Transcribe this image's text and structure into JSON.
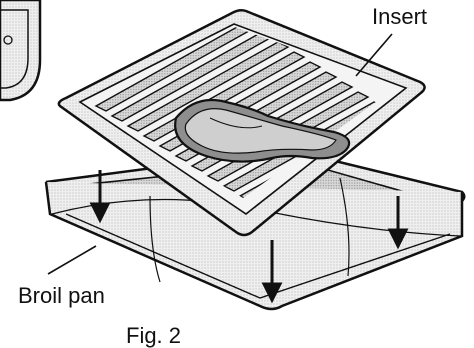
{
  "labels": {
    "insert": "Insert",
    "broil_pan": "Broil pan",
    "figure": "Fig. 2"
  },
  "colors": {
    "ink": "#111111",
    "steel": "#e9e9e9",
    "shadow": "#cfcfcf",
    "meat": "#9a9a9a",
    "background": "#ffffff"
  }
}
